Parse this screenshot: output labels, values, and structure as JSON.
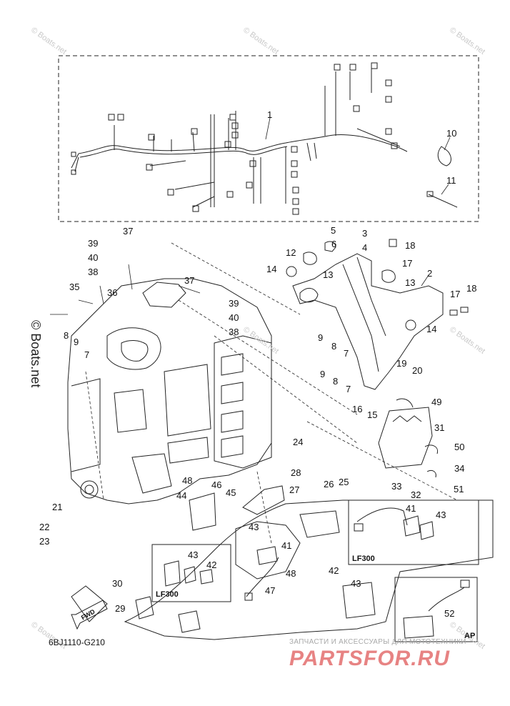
{
  "drawing_code": "6BJ1110-G210",
  "fwd_label": "FWD",
  "inset_labels": {
    "lf300_a": "LF300",
    "lf300_b": "LF300",
    "ap": "AP"
  },
  "watermark": "© Boats.net",
  "watermark_side": "© Boats.net",
  "shop_text": "ЗАПЧАСТИ И АКСЕССУАРЫ ДЛЯ МОТОТЕХНИКИ",
  "shop_logo": "PARTSFOR.RU",
  "callouts": {
    "c1": "1",
    "c2": "2",
    "c3": "3",
    "c4": "4",
    "c5": "5",
    "c6": "6",
    "c7a": "7",
    "c7b": "7",
    "c7c": "7",
    "c8a": "8",
    "c8b": "8",
    "c8c": "8",
    "c9a": "9",
    "c9b": "9",
    "c9c": "9",
    "c10": "10",
    "c11": "11",
    "c12": "12",
    "c13a": "13",
    "c13b": "13",
    "c14a": "14",
    "c14b": "14",
    "c15": "15",
    "c16": "16",
    "c17a": "17",
    "c17b": "17",
    "c18a": "18",
    "c18b": "18",
    "c19": "19",
    "c20": "20",
    "c21": "21",
    "c22": "22",
    "c23": "23",
    "c24": "24",
    "c25": "25",
    "c26": "26",
    "c27": "27",
    "c28": "28",
    "c29": "29",
    "c30": "30",
    "c31": "31",
    "c32": "32",
    "c33": "33",
    "c34": "34",
    "c35": "35",
    "c36": "36",
    "c37a": "37",
    "c37b": "37",
    "c38a": "38",
    "c38b": "38",
    "c39a": "39",
    "c39b": "39",
    "c40a": "40",
    "c40b": "40",
    "c41a": "41",
    "c41b": "41",
    "c42a": "42",
    "c42b": "42",
    "c43a": "43",
    "c43b": "43",
    "c43c": "43",
    "c43d": "43",
    "c44": "44",
    "c45": "45",
    "c46": "46",
    "c47": "47",
    "c48a": "48",
    "c48b": "48",
    "c49": "49",
    "c50": "50",
    "c51": "51",
    "c52": "52"
  }
}
